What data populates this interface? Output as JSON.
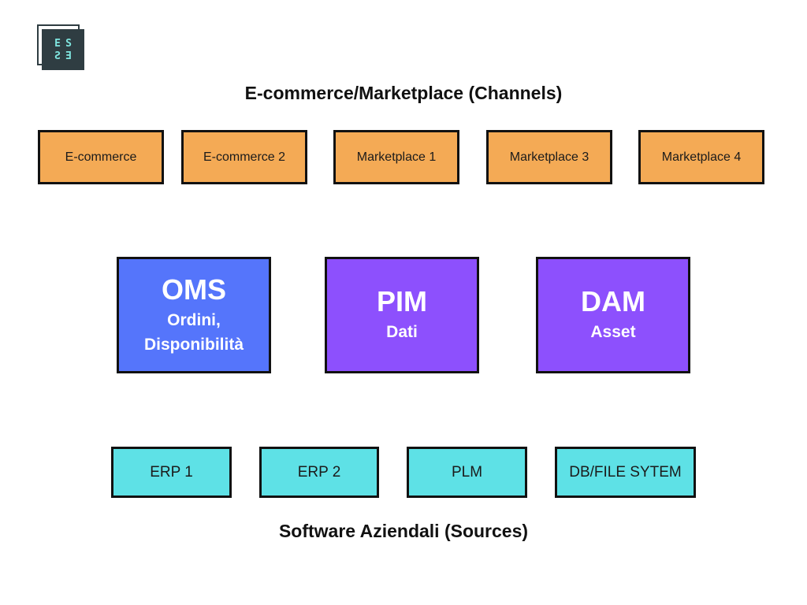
{
  "logo": {
    "letters": [
      "E",
      "S",
      "S",
      "E"
    ],
    "colors": {
      "background": "#2f3d42",
      "letters": "#7fe6e0"
    }
  },
  "titles": {
    "channels": "E-commerce/Marketplace (Channels)",
    "sources": "Software Aziendali (Sources)"
  },
  "channels": [
    {
      "label": "E-commerce"
    },
    {
      "label": "E-commerce 2"
    },
    {
      "label": "Marketplace 1"
    },
    {
      "label": "Marketplace 3"
    },
    {
      "label": "Marketplace 4"
    }
  ],
  "core": [
    {
      "name": "OMS",
      "subtitle": "Ordini, Disponibilità"
    },
    {
      "name": "PIM",
      "subtitle": "Dati"
    },
    {
      "name": "DAM",
      "subtitle": "Asset"
    }
  ],
  "sources": [
    {
      "label": "ERP 1"
    },
    {
      "label": "ERP 2"
    },
    {
      "label": "PLM"
    },
    {
      "label": "DB/FILE SYTEM"
    }
  ],
  "colors": {
    "channel_fill": "#f4aa55",
    "oms_fill": "#5575fb",
    "pim_dam_fill": "#8d50fd",
    "source_fill": "#5ee1e6",
    "border": "#111111"
  }
}
